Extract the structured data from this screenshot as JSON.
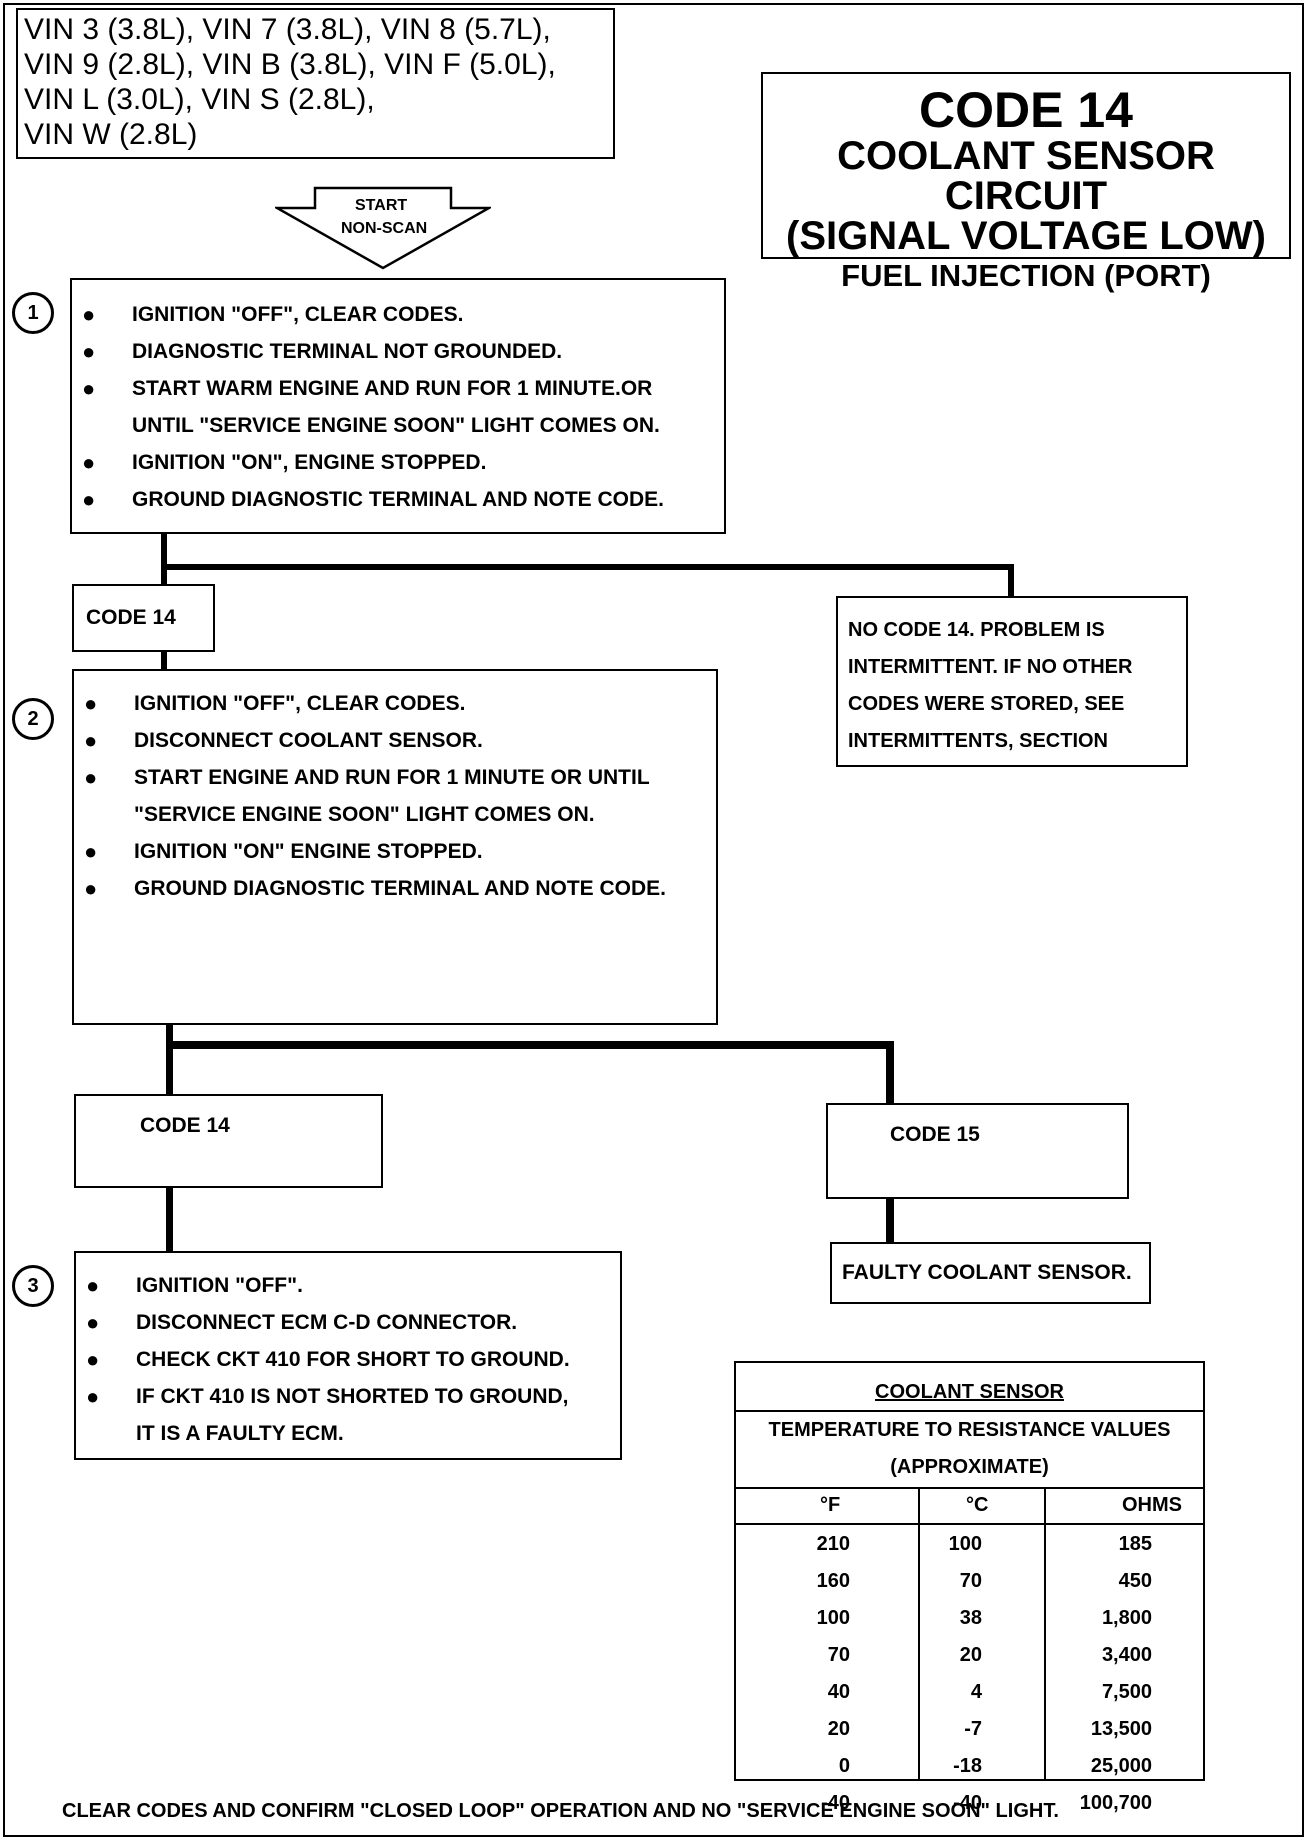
{
  "vin_box": {
    "lines": [
      "VIN 3 (3.8L), VIN 7 (3.8L), VIN 8 (5.7L),",
      "VIN 9 (2.8L), VIN B (3.8L), VIN F (5.0L),",
      "VIN L (3.0L), VIN S (2.8L),",
      "VIN W (2.8L)"
    ]
  },
  "title": {
    "code": "CODE 14",
    "line1": "COOLANT SENSOR CIRCUIT",
    "line2": "(SIGNAL VOLTAGE LOW)",
    "line3": "FUEL INJECTION (PORT)"
  },
  "start": {
    "line1": "START",
    "line2": "NON-SCAN"
  },
  "step1": {
    "number": "1",
    "items": [
      "IGNITION \"OFF\", CLEAR CODES.",
      "DIAGNOSTIC TERMINAL NOT GROUNDED.",
      "START WARM ENGINE AND RUN FOR 1 MINUTE.OR",
      "UNTIL \"SERVICE ENGINE SOON\" LIGHT COMES ON.",
      "IGNITION \"ON\", ENGINE STOPPED.",
      "GROUND DIAGNOSTIC TERMINAL AND NOTE CODE."
    ]
  },
  "branch1": {
    "code14": "CODE 14",
    "no_code_lines": [
      "NO CODE 14.  PROBLEM IS",
      "INTERMITTENT.  IF NO OTHER",
      "CODES WERE STORED, SEE",
      "INTERMITTENTS, SECTION"
    ]
  },
  "step2": {
    "number": "2",
    "items": [
      "IGNITION \"OFF\", CLEAR CODES.",
      "DISCONNECT COOLANT SENSOR.",
      "START  ENGINE AND RUN FOR 1 MINUTE OR UNTIL",
      "\"SERVICE ENGINE SOON\" LIGHT COMES ON.",
      "IGNITION \"ON\" ENGINE STOPPED.",
      "GROUND DIAGNOSTIC TERMINAL AND NOTE CODE."
    ]
  },
  "branch2": {
    "code14": "CODE 14",
    "code15": "CODE 15",
    "faulty_sensor": "FAULTY COOLANT SENSOR."
  },
  "step3": {
    "number": "3",
    "items": [
      "IGNITION \"OFF\".",
      "DISCONNECT ECM C-D CONNECTOR.",
      "CHECK CKT 410 FOR SHORT TO GROUND.",
      "IF CKT 410 IS NOT SHORTED TO GROUND,",
      "IT IS A FAULTY ECM."
    ]
  },
  "table": {
    "title": "COOLANT SENSOR",
    "subtitle1": "TEMPERATURE TO RESISTANCE VALUES",
    "subtitle2": "(APPROXIMATE)",
    "headers": [
      "°F",
      "°C",
      "OHMS"
    ],
    "rows": [
      [
        "210",
        "100",
        "185"
      ],
      [
        "160",
        "70",
        "450"
      ],
      [
        "100",
        "38",
        "1,800"
      ],
      [
        "70",
        "20",
        "3,400"
      ],
      [
        "40",
        "4",
        "7,500"
      ],
      [
        "20",
        "-7",
        "13,500"
      ],
      [
        "0",
        "-18",
        "25,000"
      ],
      [
        "-40",
        "-40",
        "100,700"
      ]
    ]
  },
  "footer": "CLEAR CODES AND CONFIRM \"CLOSED LOOP\"  OPERATION AND NO \"SERVICE ENGINE SOON\" LIGHT."
}
